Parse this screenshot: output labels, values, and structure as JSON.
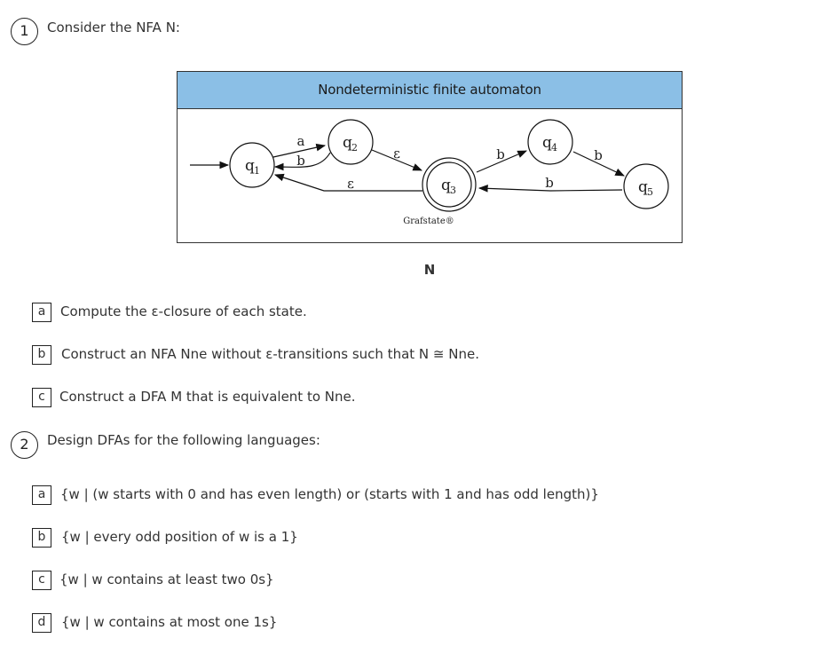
{
  "q1": {
    "number": "1",
    "text": "Consider the NFA N:",
    "figure": {
      "title": "Nondeterministic finite automaton",
      "credit": "Grafstate®",
      "caption": "N",
      "states": [
        {
          "id": "q1",
          "label": "q",
          "sub": "1"
        },
        {
          "id": "q2",
          "label": "q",
          "sub": "2"
        },
        {
          "id": "q3",
          "label": "q",
          "sub": "3"
        },
        {
          "id": "q4",
          "label": "q",
          "sub": "4"
        },
        {
          "id": "q5",
          "label": "q",
          "sub": "5"
        }
      ],
      "transitions": [
        {
          "from": "q1",
          "to": "q2",
          "label": "a"
        },
        {
          "from": "q2",
          "to": "q1",
          "label": "b"
        },
        {
          "from": "q2",
          "to": "q3",
          "label": "ε"
        },
        {
          "from": "q3",
          "to": "q1",
          "label": "ε"
        },
        {
          "from": "q3",
          "to": "q4",
          "label": "b"
        },
        {
          "from": "q4",
          "to": "q5",
          "label": "b"
        },
        {
          "from": "q5",
          "to": "q3",
          "label": "b"
        }
      ]
    },
    "items": [
      {
        "letter": "a",
        "text": "Compute the ε-closure of each state."
      },
      {
        "letter": "b",
        "text": "Construct an NFA Nne without ε-transitions such that N ≅ Nne."
      },
      {
        "letter": "c",
        "text": "Construct a DFA M that is equivalent to Nne."
      }
    ]
  },
  "q2": {
    "number": "2",
    "text": "Design DFAs for the following languages:",
    "items": [
      {
        "letter": "a",
        "text": "{w | (w starts with 0 and has even length) or (starts with 1 and has odd length)}"
      },
      {
        "letter": "b",
        "text": "{w | every odd position of w is a 1}"
      },
      {
        "letter": "c",
        "text": "{w | w contains at least two 0s}"
      },
      {
        "letter": "d",
        "text": "{w | w contains at most one 1s}"
      }
    ]
  },
  "colors": {
    "figure_header": "#8bbfe6",
    "text": "#333333",
    "border": "#222222"
  }
}
